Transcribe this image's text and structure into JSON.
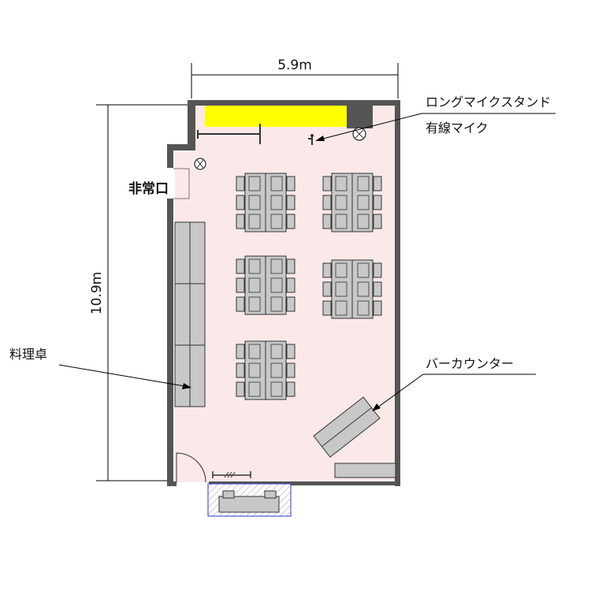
{
  "dimensions": {
    "width": "5.9m",
    "height": "10.9m"
  },
  "labels": {
    "emergency_exit": "非常口",
    "long_mic_stand": "ロングマイクスタンド",
    "wired_mic": "有線マイク",
    "cooking_table": "料理卓",
    "bar_counter": "バーカウンター"
  },
  "colors": {
    "floor": "#fbe9e9",
    "wall": "#555555",
    "stage": "#ffff00",
    "furniture": "#c8c8c8",
    "furniture_stroke": "#333333",
    "dimension_line": "#000000",
    "entrance_highlight": "#3333cc"
  },
  "table_groups": {
    "count": 5,
    "chairs_per_side": 3
  }
}
